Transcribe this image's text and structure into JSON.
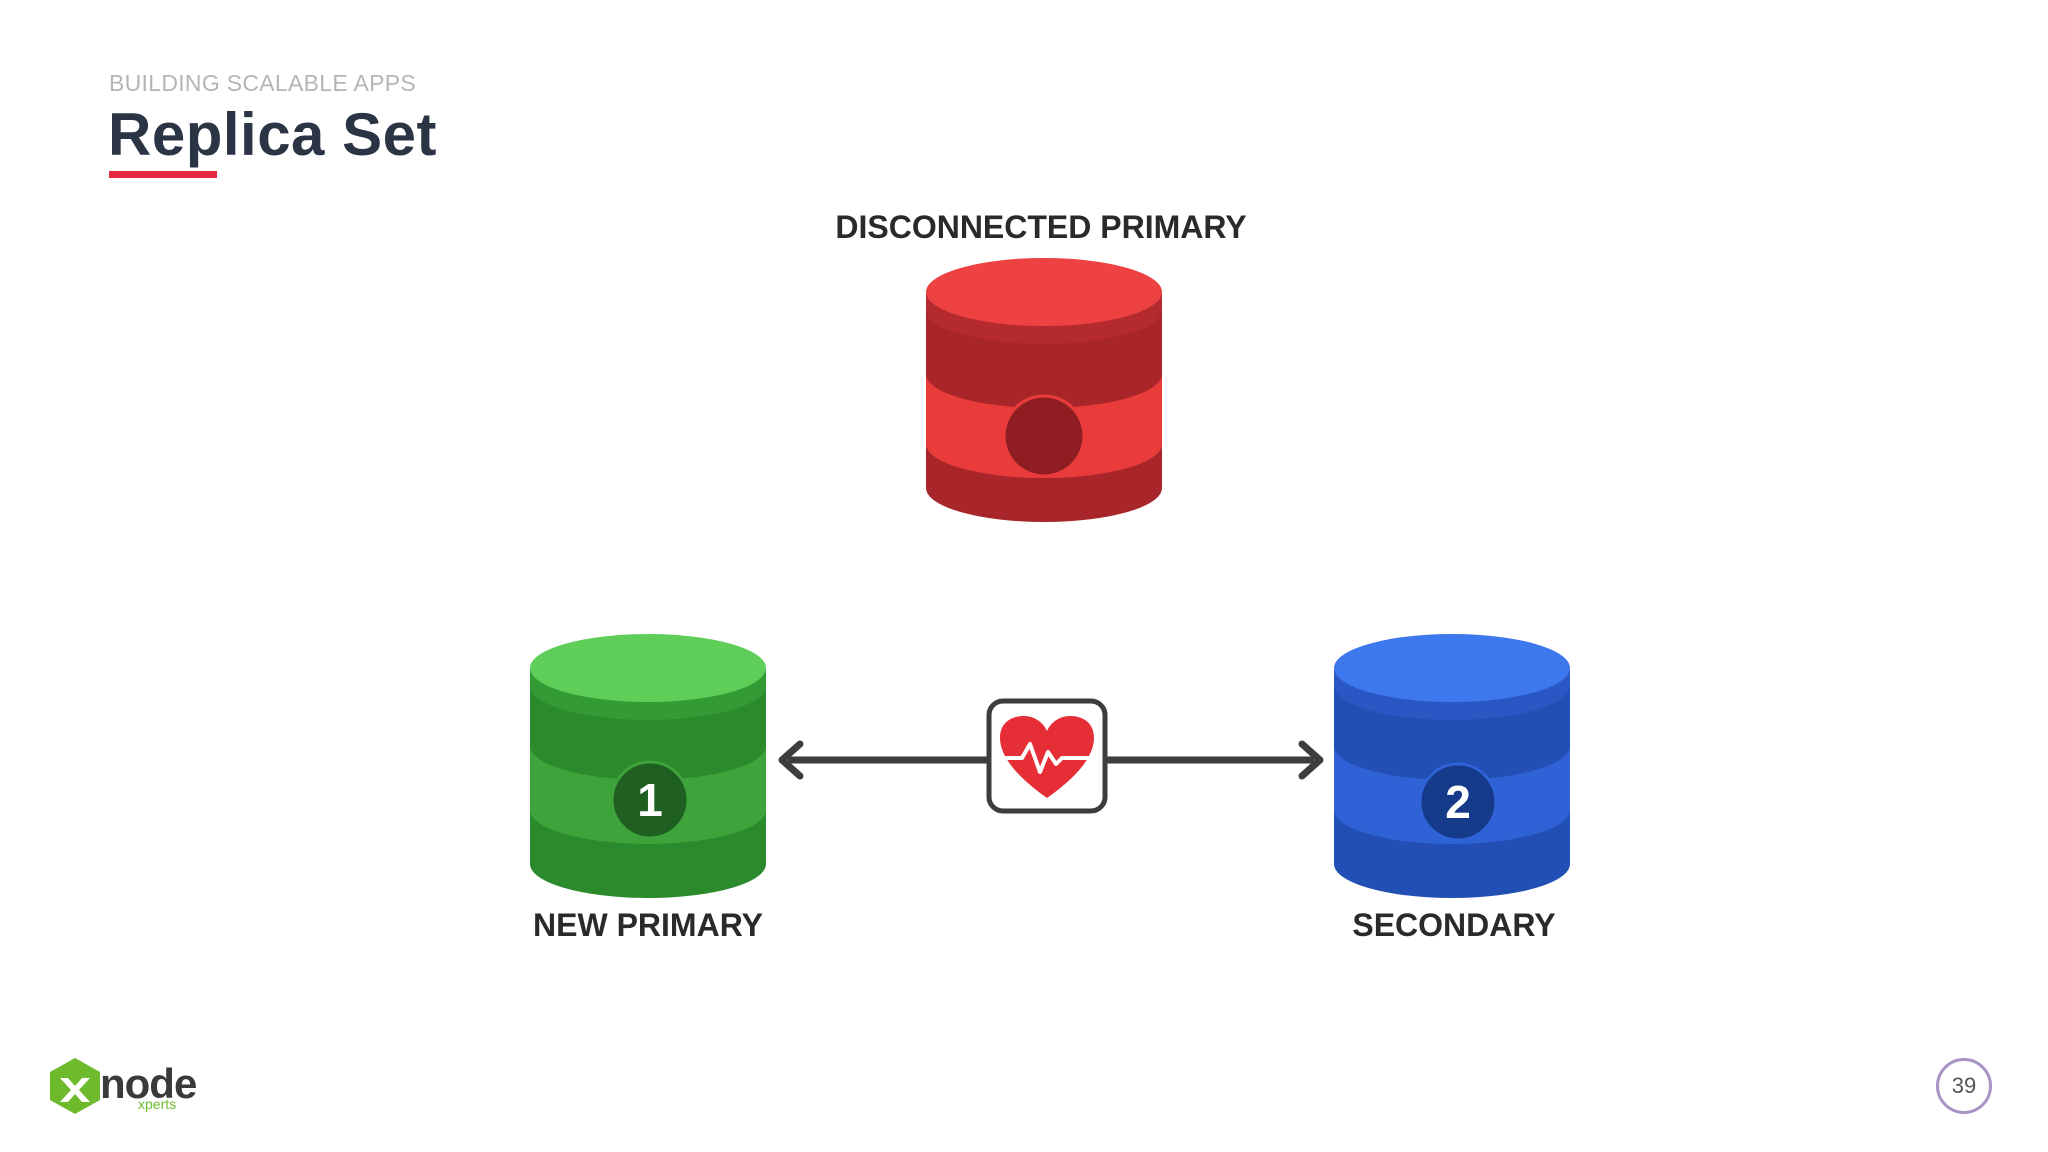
{
  "header": {
    "section": "BUILDING SCALABLE APPS",
    "title": "Replica Set"
  },
  "diagram": {
    "top_node": {
      "label": "DISCONNECTED PRIMARY",
      "color": "#e53b3b"
    },
    "left_node": {
      "label": "NEW PRIMARY",
      "number": "1",
      "color": "#3fa33c"
    },
    "right_node": {
      "label": "SECONDARY",
      "number": "2",
      "color": "#2f62d6"
    },
    "connector_icon": "heartbeat-icon"
  },
  "footer": {
    "logo_word": "node",
    "logo_sub": "xperts",
    "page_number": "39"
  },
  "colors": {
    "title": "#2b3445",
    "accent": "#e8283f",
    "logo_green": "#6dbb2c",
    "page_ring": "#a993c4"
  }
}
